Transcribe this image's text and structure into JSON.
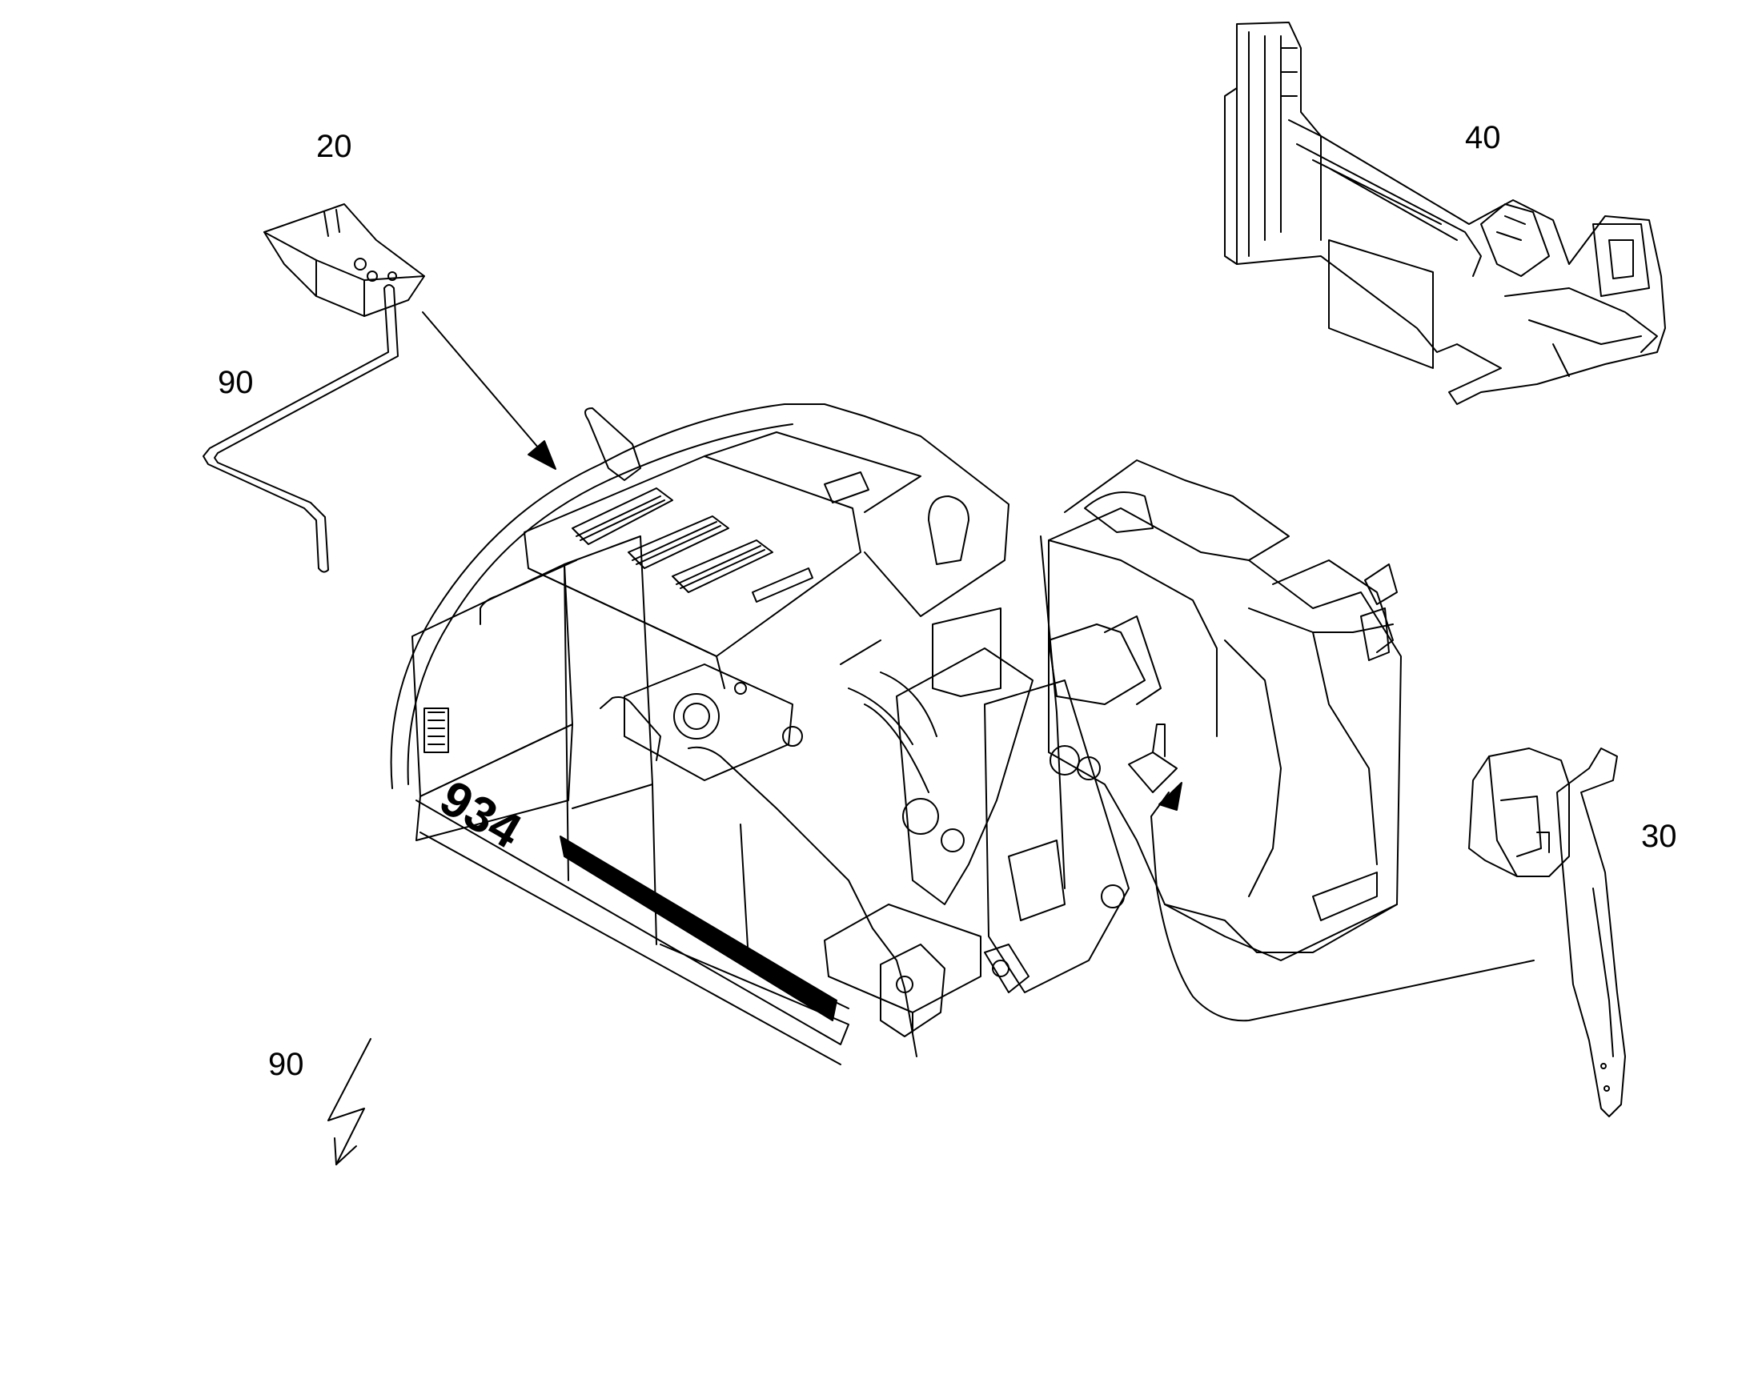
{
  "figure": {
    "labels": {
      "ref_20": "20",
      "ref_40": "40",
      "ref_90_top": "90",
      "ref_30": "30",
      "ref_90_bottom": "90"
    },
    "model_number": "934",
    "colors": {
      "line": "#000000",
      "background": "#ffffff"
    }
  }
}
